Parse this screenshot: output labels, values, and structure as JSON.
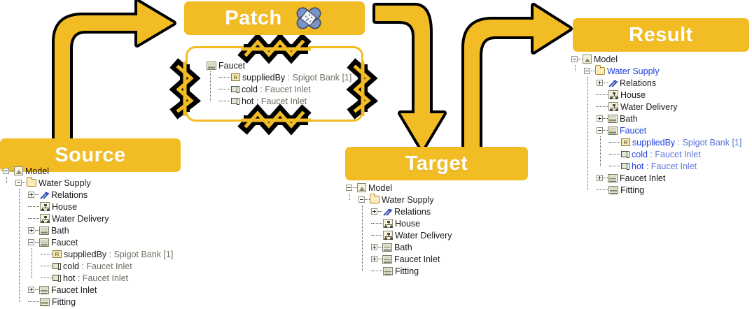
{
  "banners": {
    "source": {
      "label": "Source"
    },
    "patch": {
      "label": "Patch",
      "icon": "bandage-icon"
    },
    "target": {
      "label": "Target"
    },
    "result": {
      "label": "Result"
    }
  },
  "colors": {
    "banner_yellow": "#F2BC24",
    "arrow_yellow": "#F2BC24",
    "arrow_outline": "#000000",
    "highlight_blue": "#2040E0",
    "type_gray": "#6F6F63",
    "bandage_blue": "#7B93C4"
  },
  "trees": {
    "source": {
      "nodes": [
        {
          "label": "Model",
          "type_suffix": "",
          "icon": "model-icon",
          "depth": 0,
          "expander": "minus",
          "highlight": false
        },
        {
          "label": "Water Supply",
          "type_suffix": "",
          "icon": "folder-icon",
          "depth": 1,
          "expander": "minus",
          "highlight": false
        },
        {
          "label": "Relations",
          "type_suffix": "",
          "icon": "relations-icon",
          "depth": 2,
          "expander": "plus",
          "highlight": false
        },
        {
          "label": "House",
          "type_suffix": "",
          "icon": "org-icon",
          "depth": 2,
          "expander": "leaf",
          "highlight": false
        },
        {
          "label": "Water Delivery",
          "type_suffix": "",
          "icon": "org-icon",
          "depth": 2,
          "expander": "leaf",
          "highlight": false
        },
        {
          "label": "Bath",
          "type_suffix": "",
          "icon": "block-icon",
          "depth": 2,
          "expander": "plus",
          "highlight": false
        },
        {
          "label": "Faucet",
          "type_suffix": "",
          "icon": "block-icon",
          "depth": 2,
          "expander": "minus",
          "highlight": false
        },
        {
          "label": "suppliedBy",
          "type_suffix": " : Spigot Bank [1]",
          "icon": "reference-icon",
          "depth": 3,
          "expander": "leaf",
          "highlight": false
        },
        {
          "label": "cold",
          "type_suffix": " : Faucet Inlet",
          "icon": "port-icon",
          "depth": 3,
          "expander": "leaf",
          "highlight": false
        },
        {
          "label": "hot",
          "type_suffix": " : Faucet Inlet",
          "icon": "port-icon",
          "depth": 3,
          "expander": "leaf",
          "highlight": false
        },
        {
          "label": "Faucet Inlet",
          "type_suffix": "",
          "icon": "block-icon",
          "depth": 2,
          "expander": "plus",
          "highlight": false
        },
        {
          "label": "Fitting",
          "type_suffix": "",
          "icon": "block-icon",
          "depth": 2,
          "expander": "leaf",
          "highlight": false
        }
      ]
    },
    "patch": {
      "nodes": [
        {
          "label": "Faucet",
          "type_suffix": "",
          "icon": "block-icon",
          "depth": 0,
          "expander": "none",
          "highlight": false
        },
        {
          "label": "suppliedBy",
          "type_suffix": " : Spigot Bank [1]",
          "icon": "reference-icon",
          "depth": 1,
          "expander": "leaf",
          "highlight": false
        },
        {
          "label": "cold",
          "type_suffix": " : Faucet Inlet",
          "icon": "port-icon",
          "depth": 1,
          "expander": "leaf",
          "highlight": false
        },
        {
          "label": "hot",
          "type_suffix": " : Faucet Inlet",
          "icon": "port-icon",
          "depth": 1,
          "expander": "leaf",
          "highlight": false
        }
      ]
    },
    "target": {
      "nodes": [
        {
          "label": "Model",
          "type_suffix": "",
          "icon": "model-icon",
          "depth": 0,
          "expander": "minus",
          "highlight": false
        },
        {
          "label": "Water Supply",
          "type_suffix": "",
          "icon": "folder-icon",
          "depth": 1,
          "expander": "minus",
          "highlight": false
        },
        {
          "label": "Relations",
          "type_suffix": "",
          "icon": "relations-icon",
          "depth": 2,
          "expander": "plus",
          "highlight": false
        },
        {
          "label": "House",
          "type_suffix": "",
          "icon": "org-icon",
          "depth": 2,
          "expander": "leaf",
          "highlight": false
        },
        {
          "label": "Water Delivery",
          "type_suffix": "",
          "icon": "org-icon",
          "depth": 2,
          "expander": "leaf",
          "highlight": false
        },
        {
          "label": "Bath",
          "type_suffix": "",
          "icon": "block-icon",
          "depth": 2,
          "expander": "plus",
          "highlight": false
        },
        {
          "label": "Faucet Inlet",
          "type_suffix": "",
          "icon": "block-icon",
          "depth": 2,
          "expander": "plus",
          "highlight": false
        },
        {
          "label": "Fitting",
          "type_suffix": "",
          "icon": "block-icon",
          "depth": 2,
          "expander": "leaf",
          "highlight": false
        }
      ]
    },
    "result": {
      "nodes": [
        {
          "label": "Model",
          "type_suffix": "",
          "icon": "model-icon",
          "depth": 0,
          "expander": "minus",
          "highlight": false
        },
        {
          "label": "Water Supply",
          "type_suffix": "",
          "icon": "folder-icon",
          "depth": 1,
          "expander": "minus",
          "highlight": true
        },
        {
          "label": "Relations",
          "type_suffix": "",
          "icon": "relations-icon",
          "depth": 2,
          "expander": "plus",
          "highlight": false
        },
        {
          "label": "House",
          "type_suffix": "",
          "icon": "org-icon",
          "depth": 2,
          "expander": "leaf",
          "highlight": false
        },
        {
          "label": "Water Delivery",
          "type_suffix": "",
          "icon": "org-icon",
          "depth": 2,
          "expander": "leaf",
          "highlight": false
        },
        {
          "label": "Bath",
          "type_suffix": "",
          "icon": "block-icon",
          "depth": 2,
          "expander": "plus",
          "highlight": false
        },
        {
          "label": "Faucet",
          "type_suffix": "",
          "icon": "block-icon",
          "depth": 2,
          "expander": "minus",
          "highlight": true
        },
        {
          "label": "suppliedBy",
          "type_suffix": " : Spigot Bank [1]",
          "icon": "reference-icon",
          "depth": 3,
          "expander": "leaf",
          "highlight": true
        },
        {
          "label": "cold",
          "type_suffix": " : Faucet Inlet",
          "icon": "port-icon",
          "depth": 3,
          "expander": "leaf",
          "highlight": true
        },
        {
          "label": "hot",
          "type_suffix": " : Faucet Inlet",
          "icon": "port-icon",
          "depth": 3,
          "expander": "leaf",
          "highlight": true
        },
        {
          "label": "Faucet Inlet",
          "type_suffix": "",
          "icon": "block-icon",
          "depth": 2,
          "expander": "plus",
          "highlight": false
        },
        {
          "label": "Fitting",
          "type_suffix": "",
          "icon": "block-icon",
          "depth": 2,
          "expander": "leaf",
          "highlight": false
        }
      ]
    }
  },
  "arrows": [
    {
      "name": "arrow-source-to-patch",
      "direction": "up-right"
    },
    {
      "name": "arrow-patch-to-target",
      "direction": "down"
    },
    {
      "name": "arrow-target-to-result",
      "direction": "up-right"
    }
  ]
}
